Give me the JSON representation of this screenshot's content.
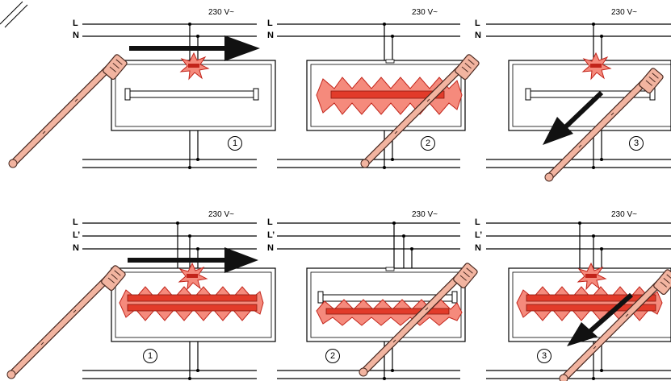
{
  "voltage_label": "230 V~",
  "line_labels": {
    "L": "L",
    "L2": "L’",
    "N": "N"
  },
  "steps": [
    "1",
    "2",
    "3",
    "1",
    "2",
    "3"
  ],
  "colors": {
    "ink": "#000000",
    "pole": "#f2b4a0",
    "pole_stroke": "#4a2a22",
    "lamp_glow": "#f58a7c",
    "lamp_core": "#e23b2a",
    "arrow": "#111111"
  }
}
